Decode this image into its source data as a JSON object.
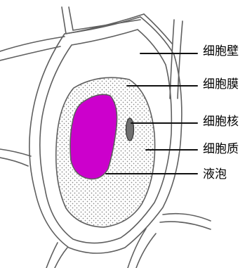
{
  "labels": {
    "cell_wall": "细胞壁",
    "cell_membrane": "细胞膜",
    "nucleus": "细胞核",
    "cytoplasm": "细胞质",
    "vacuole": "液泡"
  },
  "colors": {
    "outline": "#5f5f5f",
    "vacuole_fill": "#cc00cc",
    "nucleus_fill": "#707070",
    "cytoplasm_dots": "#8a8a8a",
    "leader_line": "#111111",
    "background": "#ffffff"
  }
}
